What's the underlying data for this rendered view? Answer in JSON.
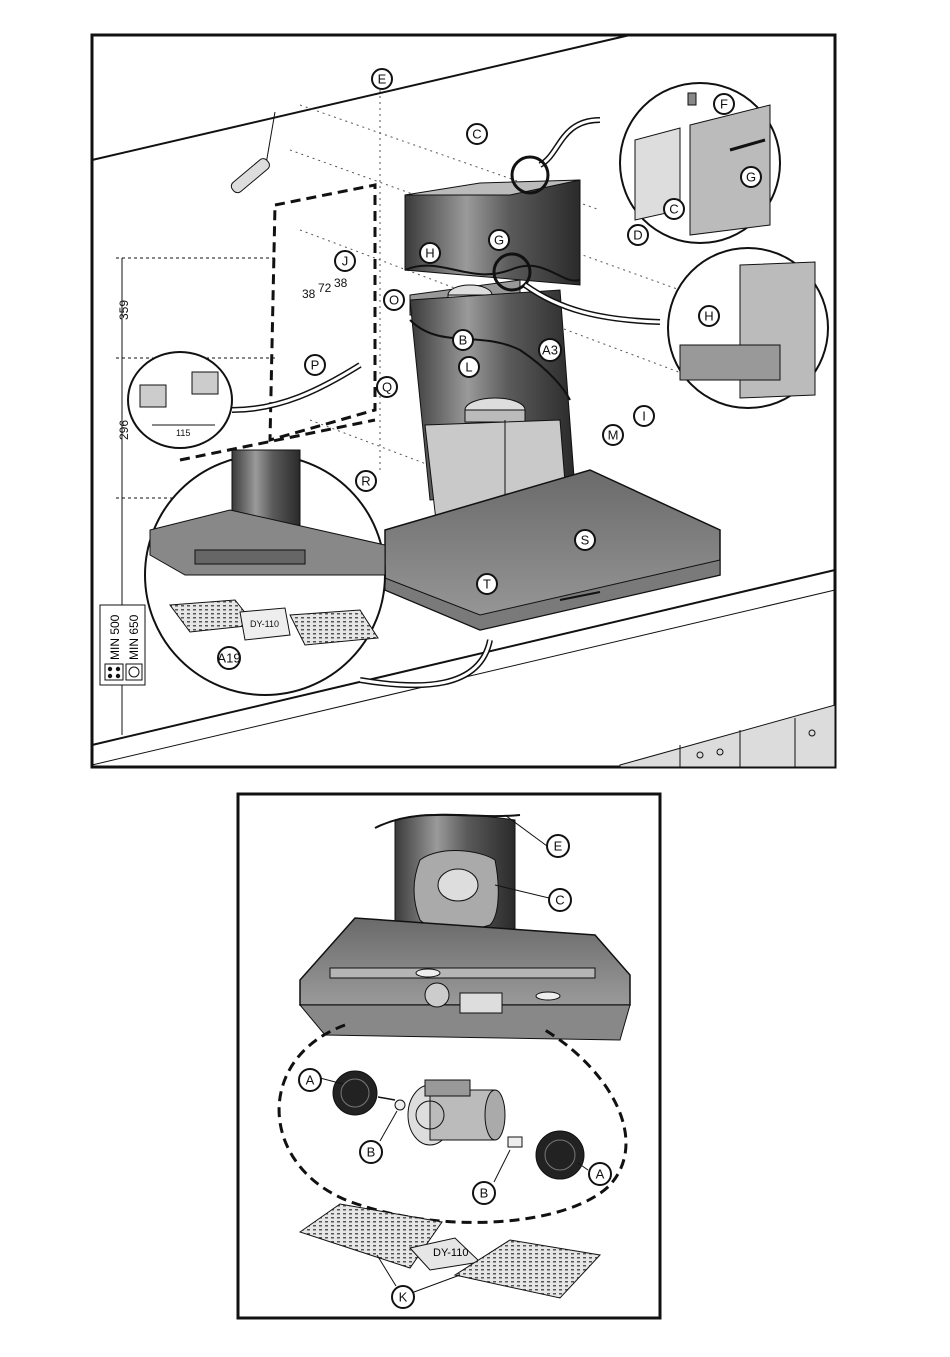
{
  "callouts": {
    "E": "E",
    "F": "F",
    "C": "C",
    "G": "G",
    "D": "D",
    "H": "H",
    "J": "J",
    "O": "O",
    "B": "B",
    "L": "L",
    "A3": "A3",
    "P": "P",
    "Q": "Q",
    "I": "I",
    "M": "M",
    "R": "R",
    "S": "S",
    "T": "T",
    "A19": "A19",
    "A": "A",
    "K": "K"
  },
  "dimensions": {
    "d359": "359",
    "d296": "296",
    "d115": "115",
    "d38a": "38",
    "d72": "72",
    "d38b": "38",
    "min500": "MIN 500",
    "min650": "MIN 650"
  },
  "filter_label_top": "DY-110",
  "filter_label_bottom": "DY-110"
}
